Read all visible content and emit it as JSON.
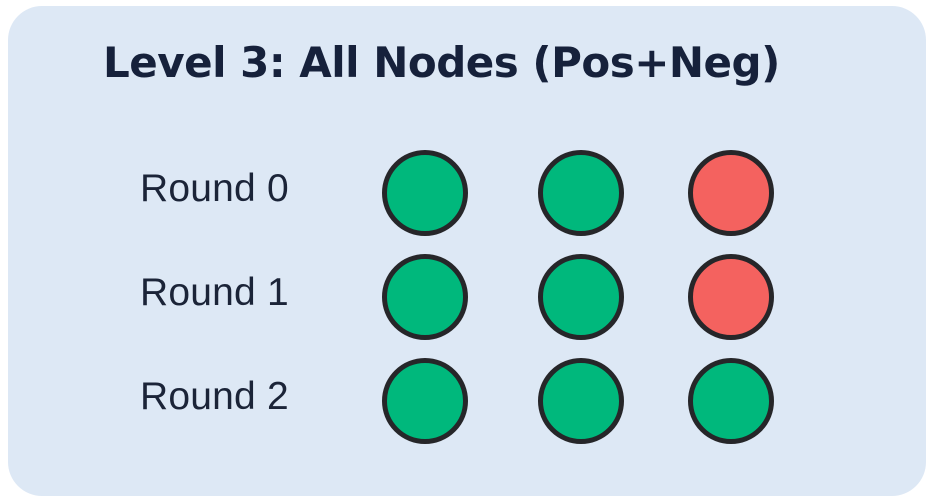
{
  "panel": {
    "title": "Level 3: All Nodes (Pos+Neg)",
    "background_color": "#dde8f5",
    "title_color": "#16213b"
  },
  "legend_colors": {
    "positive": "#00b87c",
    "negative": "#f4625f",
    "node_outline": "#262629"
  },
  "rows": [
    {
      "label": "Round 0",
      "nodes": [
        {
          "id": "r0-n0",
          "state": "pos"
        },
        {
          "id": "r0-n1",
          "state": "pos"
        },
        {
          "id": "r0-n2",
          "state": "neg"
        }
      ]
    },
    {
      "label": "Round 1",
      "nodes": [
        {
          "id": "r1-n0",
          "state": "pos"
        },
        {
          "id": "r1-n1",
          "state": "pos"
        },
        {
          "id": "r1-n2",
          "state": "neg"
        }
      ]
    },
    {
      "label": "Round 2",
      "nodes": [
        {
          "id": "r2-n0",
          "state": "pos"
        },
        {
          "id": "r2-n1",
          "state": "pos"
        },
        {
          "id": "r2-n2",
          "state": "pos"
        }
      ]
    }
  ]
}
